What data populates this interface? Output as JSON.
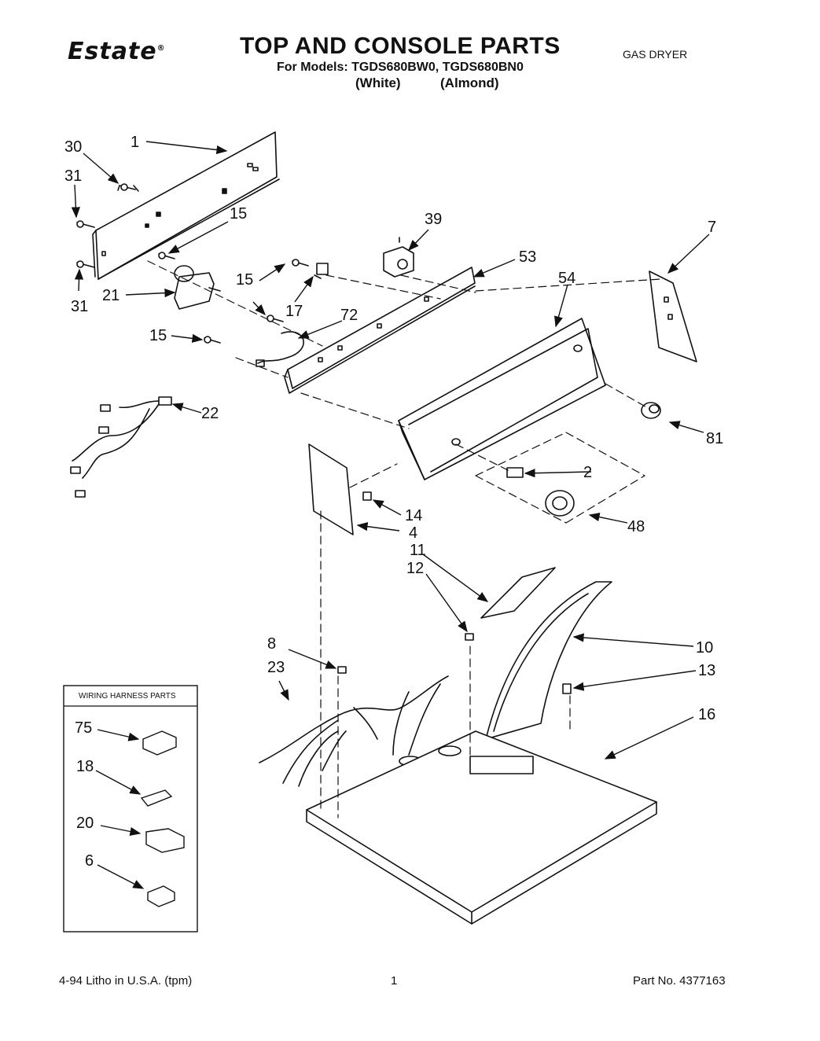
{
  "header": {
    "brand": "Estate",
    "brand_mark": "®",
    "title": "TOP AND CONSOLE PARTS",
    "models_line": "For Models: TGDS680BW0, TGDS680BN0",
    "variant_white": "(White)",
    "variant_almond": "(Almond)",
    "appliance_type": "GAS DRYER"
  },
  "callouts": {
    "c1": "1",
    "c30": "30",
    "c31a": "31",
    "c15a": "15",
    "c31b": "31",
    "c39": "39",
    "c53": "53",
    "c7": "7",
    "c54": "54",
    "c15b": "15",
    "c21": "21",
    "c17": "17",
    "c72": "72",
    "c15c": "15",
    "c22": "22",
    "c81": "81",
    "c2": "2",
    "c14": "14",
    "c4": "4",
    "c48": "48",
    "c11": "11",
    "c12": "12",
    "c8": "8",
    "c10": "10",
    "c23": "23",
    "c13": "13",
    "c16": "16"
  },
  "wiring_box": {
    "title": "WIRING HARNESS PARTS",
    "items": [
      "75",
      "18",
      "20",
      "6"
    ]
  },
  "footer": {
    "litho": "4-94 Litho in U.S.A. (tpm)",
    "page_number": "1",
    "part_number": "Part No. 4377163"
  }
}
